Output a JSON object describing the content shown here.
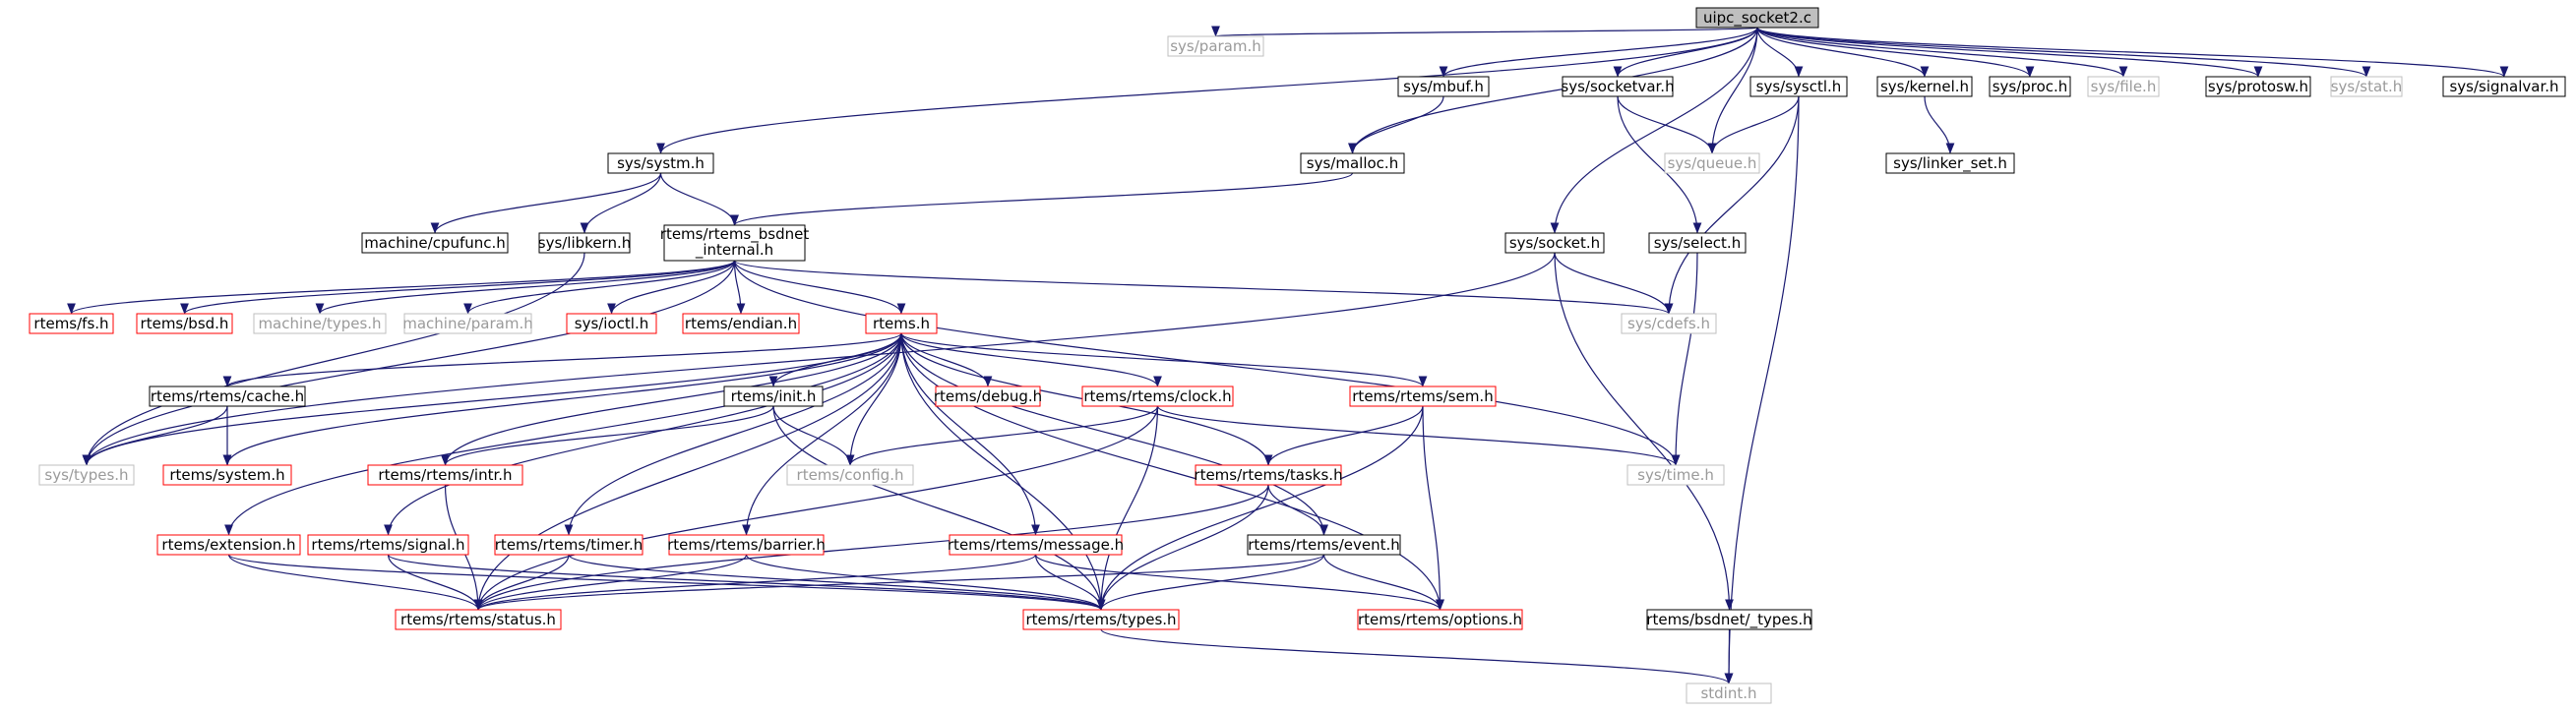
{
  "colors": {
    "edge": "#191970",
    "root_fill": "#bfbfbf",
    "root_border": "#000000",
    "documented_border": "#000000",
    "truncated_border": "#ff0000",
    "undocumented_border": "#bfbfbf",
    "text": "#000000",
    "undocumented_text": "#9a9a9a"
  },
  "nodes": [
    {
      "id": "root",
      "label": "uipc_socket2.c",
      "kind": "root"
    },
    {
      "id": "param",
      "label": "sys/param.h",
      "kind": "undocumented"
    },
    {
      "id": "systm",
      "label": "sys/systm.h",
      "kind": "documented"
    },
    {
      "id": "mbuf",
      "label": "sys/mbuf.h",
      "kind": "documented"
    },
    {
      "id": "malloc",
      "label": "sys/malloc.h",
      "kind": "documented"
    },
    {
      "id": "socketvar",
      "label": "sys/socketvar.h",
      "kind": "documented"
    },
    {
      "id": "socket",
      "label": "sys/socket.h",
      "kind": "documented"
    },
    {
      "id": "sysctl",
      "label": "sys/sysctl.h",
      "kind": "documented"
    },
    {
      "id": "queue",
      "label": "sys/queue.h",
      "kind": "undocumented"
    },
    {
      "id": "kernel",
      "label": "sys/kernel.h",
      "kind": "documented"
    },
    {
      "id": "linker",
      "label": "sys/linker_set.h",
      "kind": "documented"
    },
    {
      "id": "proc",
      "label": "sys/proc.h",
      "kind": "documented"
    },
    {
      "id": "file",
      "label": "sys/file.h",
      "kind": "undocumented"
    },
    {
      "id": "protosw",
      "label": "sys/protosw.h",
      "kind": "documented"
    },
    {
      "id": "stat",
      "label": "sys/stat.h",
      "kind": "undocumented"
    },
    {
      "id": "signalvar",
      "label": "sys/signalvar.h",
      "kind": "documented"
    },
    {
      "id": "cpufunc",
      "label": "machine/cpufunc.h",
      "kind": "documented"
    },
    {
      "id": "libkern",
      "label": "sys/libkern.h",
      "kind": "documented"
    },
    {
      "id": "bsdnet_internal",
      "label": "rtems/rtems_bsdnet\n_internal.h",
      "kind": "documented"
    },
    {
      "id": "select",
      "label": "sys/select.h",
      "kind": "documented"
    },
    {
      "id": "cdefs",
      "label": "sys/cdefs.h",
      "kind": "undocumented"
    },
    {
      "id": "fs",
      "label": "rtems/fs.h",
      "kind": "truncated"
    },
    {
      "id": "bsd",
      "label": "rtems/bsd.h",
      "kind": "truncated"
    },
    {
      "id": "mtypes",
      "label": "machine/types.h",
      "kind": "undocumented"
    },
    {
      "id": "mparam",
      "label": "machine/param.h",
      "kind": "undocumented"
    },
    {
      "id": "ioctl",
      "label": "sys/ioctl.h",
      "kind": "truncated"
    },
    {
      "id": "endian",
      "label": "rtems/endian.h",
      "kind": "truncated"
    },
    {
      "id": "rtems",
      "label": "rtems.h",
      "kind": "truncated"
    },
    {
      "id": "cache",
      "label": "rtems/rtems/cache.h",
      "kind": "documented"
    },
    {
      "id": "systypes",
      "label": "sys/types.h",
      "kind": "undocumented"
    },
    {
      "id": "system",
      "label": "rtems/system.h",
      "kind": "truncated"
    },
    {
      "id": "init",
      "label": "rtems/init.h",
      "kind": "documented"
    },
    {
      "id": "debug",
      "label": "rtems/debug.h",
      "kind": "truncated"
    },
    {
      "id": "clock",
      "label": "rtems/rtems/clock.h",
      "kind": "truncated"
    },
    {
      "id": "sem",
      "label": "rtems/rtems/sem.h",
      "kind": "truncated"
    },
    {
      "id": "intr",
      "label": "rtems/rtems/intr.h",
      "kind": "truncated"
    },
    {
      "id": "config",
      "label": "rtems/config.h",
      "kind": "undocumented"
    },
    {
      "id": "tasks",
      "label": "rtems/rtems/tasks.h",
      "kind": "truncated"
    },
    {
      "id": "systime",
      "label": "sys/time.h",
      "kind": "undocumented"
    },
    {
      "id": "extension",
      "label": "rtems/extension.h",
      "kind": "truncated"
    },
    {
      "id": "signal",
      "label": "rtems/rtems/signal.h",
      "kind": "truncated"
    },
    {
      "id": "timer",
      "label": "rtems/rtems/timer.h",
      "kind": "truncated"
    },
    {
      "id": "barrier",
      "label": "rtems/rtems/barrier.h",
      "kind": "truncated"
    },
    {
      "id": "message",
      "label": "rtems/rtems/message.h",
      "kind": "truncated"
    },
    {
      "id": "event",
      "label": "rtems/rtems/event.h",
      "kind": "documented"
    },
    {
      "id": "status",
      "label": "rtems/rtems/status.h",
      "kind": "truncated"
    },
    {
      "id": "rtypes",
      "label": "rtems/rtems/types.h",
      "kind": "truncated"
    },
    {
      "id": "options",
      "label": "rtems/rtems/options.h",
      "kind": "truncated"
    },
    {
      "id": "bsdnet_types",
      "label": "rtems/bsdnet/_types.h",
      "kind": "documented"
    },
    {
      "id": "stdint",
      "label": "stdint.h",
      "kind": "undocumented"
    }
  ],
  "edges": [
    [
      "root",
      "param"
    ],
    [
      "root",
      "systm"
    ],
    [
      "root",
      "mbuf"
    ],
    [
      "root",
      "malloc"
    ],
    [
      "root",
      "socketvar"
    ],
    [
      "root",
      "socket"
    ],
    [
      "root",
      "sysctl"
    ],
    [
      "root",
      "queue"
    ],
    [
      "root",
      "kernel"
    ],
    [
      "root",
      "proc"
    ],
    [
      "root",
      "file"
    ],
    [
      "root",
      "protosw"
    ],
    [
      "root",
      "stat"
    ],
    [
      "root",
      "signalvar"
    ],
    [
      "mbuf",
      "malloc"
    ],
    [
      "malloc",
      "bsdnet_internal"
    ],
    [
      "systm",
      "cpufunc"
    ],
    [
      "systm",
      "libkern"
    ],
    [
      "systm",
      "bsdnet_internal"
    ],
    [
      "libkern",
      "systypes"
    ],
    [
      "socketvar",
      "queue"
    ],
    [
      "socketvar",
      "select"
    ],
    [
      "sysctl",
      "queue"
    ],
    [
      "sysctl",
      "cdefs"
    ],
    [
      "sysctl",
      "stdint"
    ],
    [
      "kernel",
      "linker"
    ],
    [
      "socket",
      "cdefs"
    ],
    [
      "socket",
      "systypes"
    ],
    [
      "socket",
      "bsdnet_types"
    ],
    [
      "select",
      "systime"
    ],
    [
      "bsdnet_internal",
      "fs"
    ],
    [
      "bsdnet_internal",
      "bsd"
    ],
    [
      "bsdnet_internal",
      "mtypes"
    ],
    [
      "bsdnet_internal",
      "mparam"
    ],
    [
      "bsdnet_internal",
      "ioctl"
    ],
    [
      "bsdnet_internal",
      "endian"
    ],
    [
      "bsdnet_internal",
      "rtems"
    ],
    [
      "bsdnet_internal",
      "cdefs"
    ],
    [
      "bsdnet_internal",
      "systime"
    ],
    [
      "bsdnet_internal",
      "systypes"
    ],
    [
      "rtems",
      "cache"
    ],
    [
      "rtems",
      "systypes"
    ],
    [
      "rtems",
      "system"
    ],
    [
      "rtems",
      "init"
    ],
    [
      "rtems",
      "debug"
    ],
    [
      "rtems",
      "clock"
    ],
    [
      "rtems",
      "sem"
    ],
    [
      "rtems",
      "intr"
    ],
    [
      "rtems",
      "config"
    ],
    [
      "rtems",
      "tasks"
    ],
    [
      "rtems",
      "extension"
    ],
    [
      "rtems",
      "signal"
    ],
    [
      "rtems",
      "timer"
    ],
    [
      "rtems",
      "barrier"
    ],
    [
      "rtems",
      "message"
    ],
    [
      "rtems",
      "event"
    ],
    [
      "rtems",
      "status"
    ],
    [
      "rtems",
      "rtypes"
    ],
    [
      "rtems",
      "options"
    ],
    [
      "cache",
      "systypes"
    ],
    [
      "cache",
      "system"
    ],
    [
      "init",
      "config"
    ],
    [
      "init",
      "intr"
    ],
    [
      "init",
      "rtypes"
    ],
    [
      "clock",
      "config"
    ],
    [
      "clock",
      "systime"
    ],
    [
      "clock",
      "rtypes"
    ],
    [
      "clock",
      "status"
    ],
    [
      "sem",
      "tasks"
    ],
    [
      "sem",
      "rtypes"
    ],
    [
      "sem",
      "options"
    ],
    [
      "intr",
      "status"
    ],
    [
      "tasks",
      "event"
    ],
    [
      "tasks",
      "status"
    ],
    [
      "tasks",
      "rtypes"
    ],
    [
      "extension",
      "status"
    ],
    [
      "extension",
      "rtypes"
    ],
    [
      "signal",
      "status"
    ],
    [
      "signal",
      "rtypes"
    ],
    [
      "timer",
      "status"
    ],
    [
      "timer",
      "rtypes"
    ],
    [
      "barrier",
      "status"
    ],
    [
      "barrier",
      "rtypes"
    ],
    [
      "message",
      "status"
    ],
    [
      "message",
      "rtypes"
    ],
    [
      "message",
      "options"
    ],
    [
      "event",
      "status"
    ],
    [
      "event",
      "rtypes"
    ],
    [
      "event",
      "options"
    ],
    [
      "rtypes",
      "stdint"
    ],
    [
      "bsdnet_types",
      "stdint"
    ]
  ]
}
